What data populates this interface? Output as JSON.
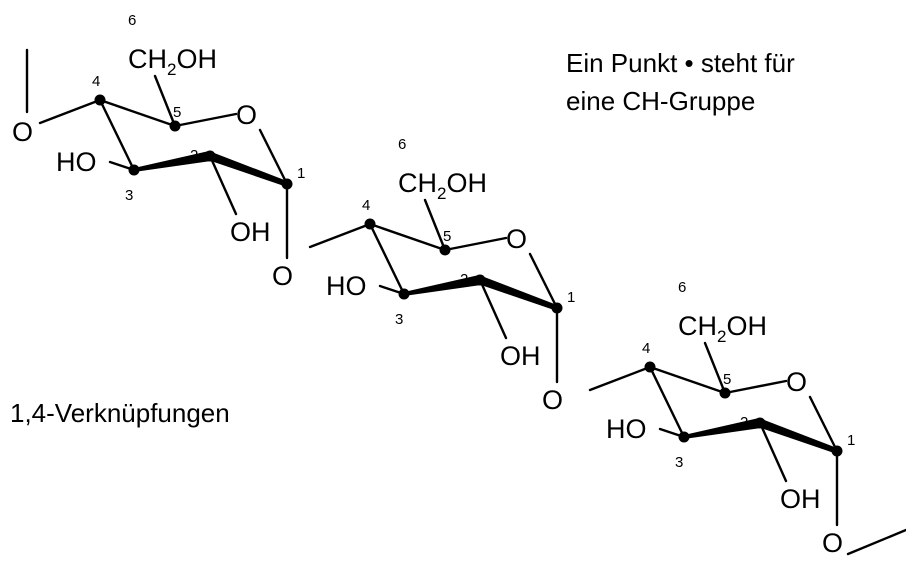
{
  "legend": {
    "line1": "Ein Punkt • steht  für",
    "line2": "eine CH-Gruppe"
  },
  "linkage_label": "1,4-Verknüpfungen",
  "atoms": {
    "ring_oxygen": "O",
    "glycosidic_oxygen": "O",
    "hydroxyl_left": "HO",
    "hydroxyl_below": "OH",
    "ch2oh_prefix": "CH",
    "ch2oh_subscript": "2",
    "ch2oh_suffix": "OH"
  },
  "carbon_numbers": [
    "1",
    "2",
    "3",
    "4",
    "5",
    "6"
  ],
  "units": [
    {
      "name": "glucose-unit-1"
    },
    {
      "name": "glucose-unit-2"
    },
    {
      "name": "glucose-unit-3"
    }
  ]
}
